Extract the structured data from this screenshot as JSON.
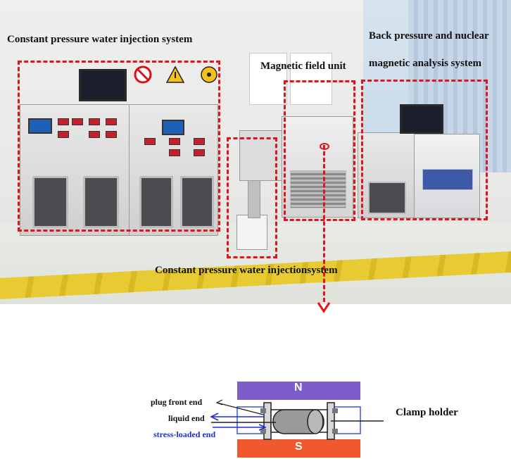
{
  "photo": {
    "labels": {
      "injection_top": "Constant pressure water injection system",
      "magnetic": "Magnetic field unit",
      "back_pressure_line1": "Back pressure and nuclear",
      "back_pressure_line2": "magnetic analysis system",
      "injection_bottom": "Constant pressure water injectionsystem"
    },
    "colors": {
      "dash": "#e1141b",
      "tape": "#e8c92a"
    }
  },
  "diagram": {
    "magnet_top": "N",
    "magnet_bottom": "S",
    "plug_label": "plug front end",
    "liquid_label": "liquid end",
    "stress_label": "stress-loaded end",
    "clamp_label": "Clamp holder",
    "colors": {
      "magnet_top": "#7d5bc9",
      "magnet_bottom": "#f0582d",
      "stress": "#1e2fcf"
    }
  }
}
